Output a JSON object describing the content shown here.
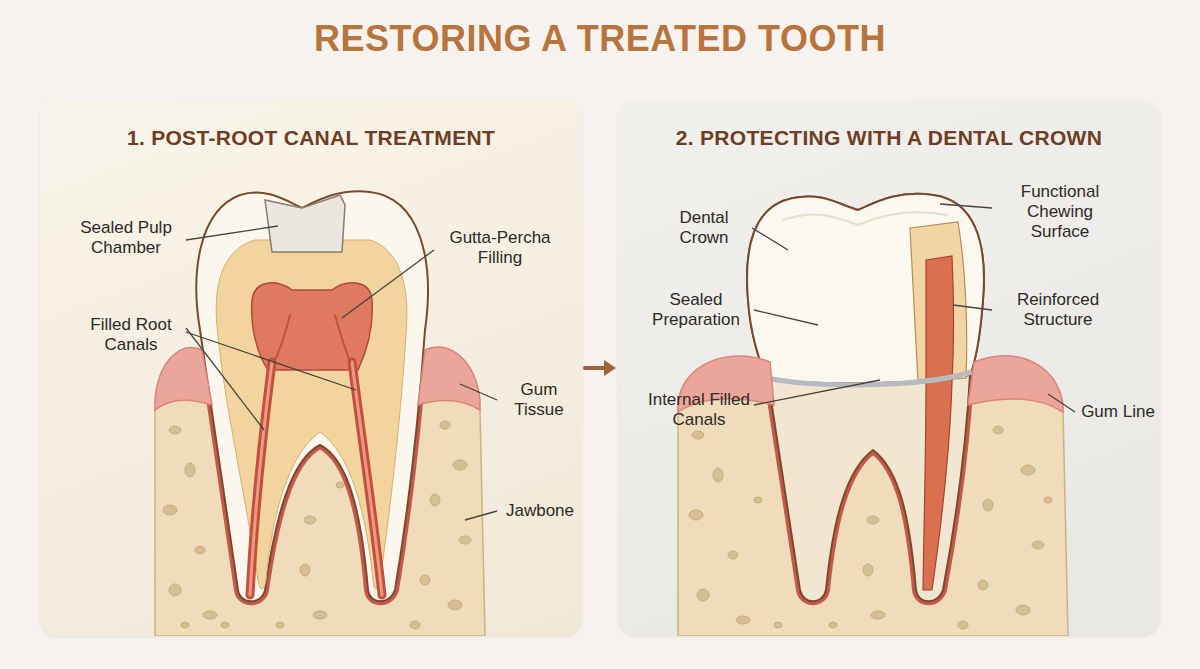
{
  "diagram": {
    "title": "RESTORING A TREATED TOOTH",
    "nodes": [
      {
        "text": [
          "1. POST-ROOT CANAL TREATMENT"
        ]
      },
      {
        "text": [
          "2. PROTECTING WITH A DENTAL CROWN"
        ]
      }
    ],
    "edges": [
      {
        "from": 0,
        "to": 1,
        "arrow": "to"
      }
    ],
    "labels": [
      "Sealed Pulp Chamber",
      "Filled Root Canals",
      "Gutta-Percha Filling",
      "Gum Tissue",
      "Jawbone",
      "Dental Crown",
      "Functional Chewing Surface",
      "Sealed Preparation",
      "Reinforced Structure",
      "Internal Filled Canals",
      "Gum Line"
    ]
  }
}
